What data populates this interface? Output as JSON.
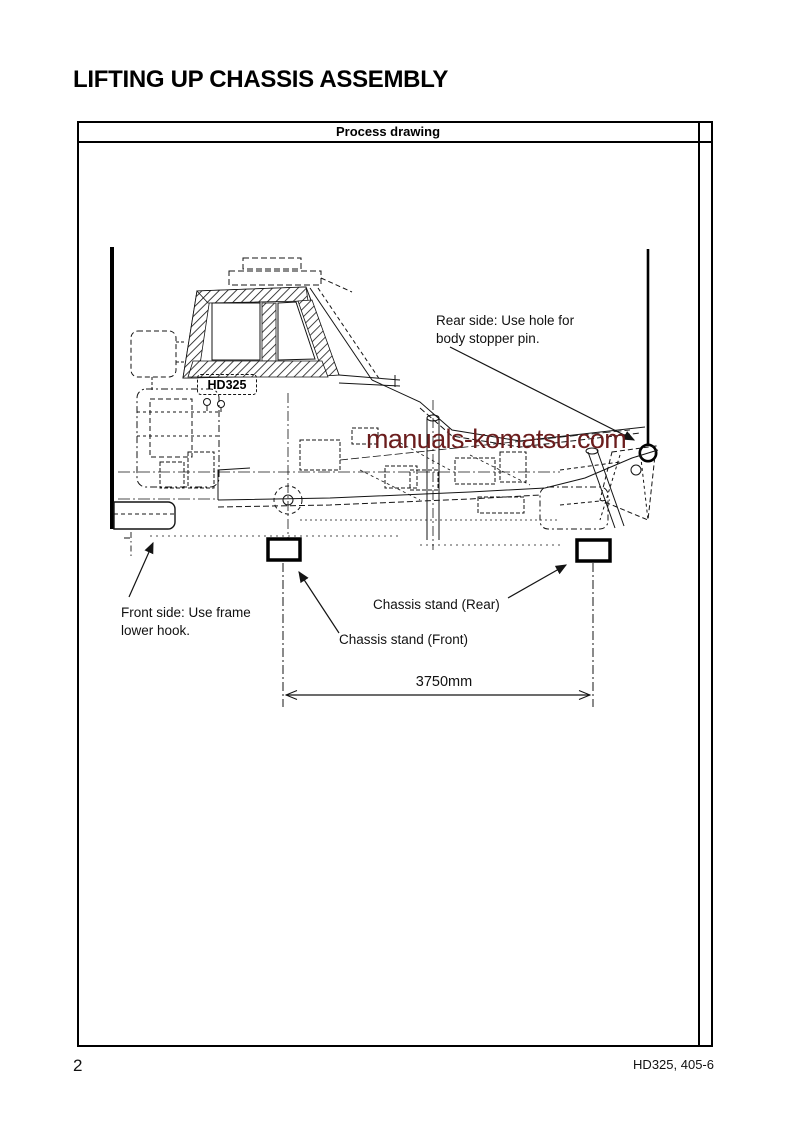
{
  "page": {
    "title": "LIFTING UP CHASSIS ASSEMBLY",
    "page_number": "2",
    "doc_ref": "HD325, 405-6"
  },
  "table": {
    "header_label": "Process drawing"
  },
  "drawing": {
    "watermark": "manuals-komatsu.com",
    "model_label": "HD325",
    "dimension_label": "3750mm",
    "annotations": {
      "rear_line1": "Rear side: Use hole for",
      "rear_line2": "body stopper pin.",
      "front_line1": "Front side: Use frame",
      "front_line2": "lower hook.",
      "stand_rear": "Chassis stand (Rear)",
      "stand_front": "Chassis stand (Front)"
    },
    "colors": {
      "ink": "#141414",
      "watermark": "#6b1d1d"
    }
  }
}
